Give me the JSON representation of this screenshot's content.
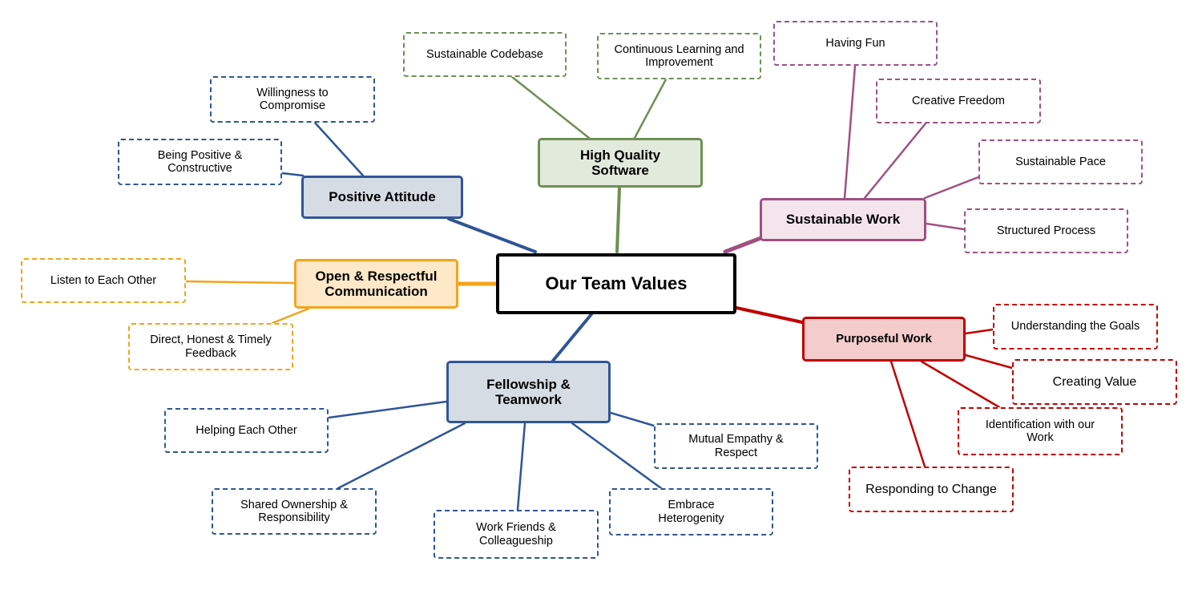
{
  "center": {
    "label": "Our Team Values"
  },
  "branches": {
    "positive_attitude": {
      "label": "Positive Attitude",
      "color": "#2f5597",
      "fill": "#d6dce4",
      "leaves": [
        "Willingness to Compromise",
        "Being Positive & Constructive"
      ]
    },
    "high_quality_software": {
      "label": "High Quality Software",
      "color": "#6e8f55",
      "fill": "#e2eadc",
      "leaves": [
        "Sustainable Codebase",
        "Continuous Learning and Improvement"
      ]
    },
    "sustainable_work": {
      "label": "Sustainable Work",
      "color": "#a05080",
      "fill": "#f4e4ec",
      "leaves": [
        "Having Fun",
        "Creative Freedom",
        "Sustainable Pace",
        "Structured Process"
      ]
    },
    "open_communication": {
      "label": "Open & Respectful Communication",
      "color": "#f5a31a",
      "fill": "#fde8c8",
      "leaves": [
        "Listen to Each Other",
        "Direct, Honest & Timely Feedback"
      ]
    },
    "purposeful_work": {
      "label": "Purposeful Work",
      "color": "#c00000",
      "fill": "#f4cccc",
      "leaves": [
        "Understanding the Goals",
        "Creating Value",
        "Identification with our Work",
        "Responding to Change"
      ]
    },
    "fellowship_teamwork": {
      "label": "Fellowship & Teamwork",
      "color": "#2f5597",
      "fill": "#d6dce4",
      "leaves": [
        "Helping Each Other",
        "Mutual Empathy & Respect",
        "Shared Ownership & Responsibility",
        "Work Friends & Colleagueship",
        "Embrace Heterogenity"
      ]
    }
  }
}
